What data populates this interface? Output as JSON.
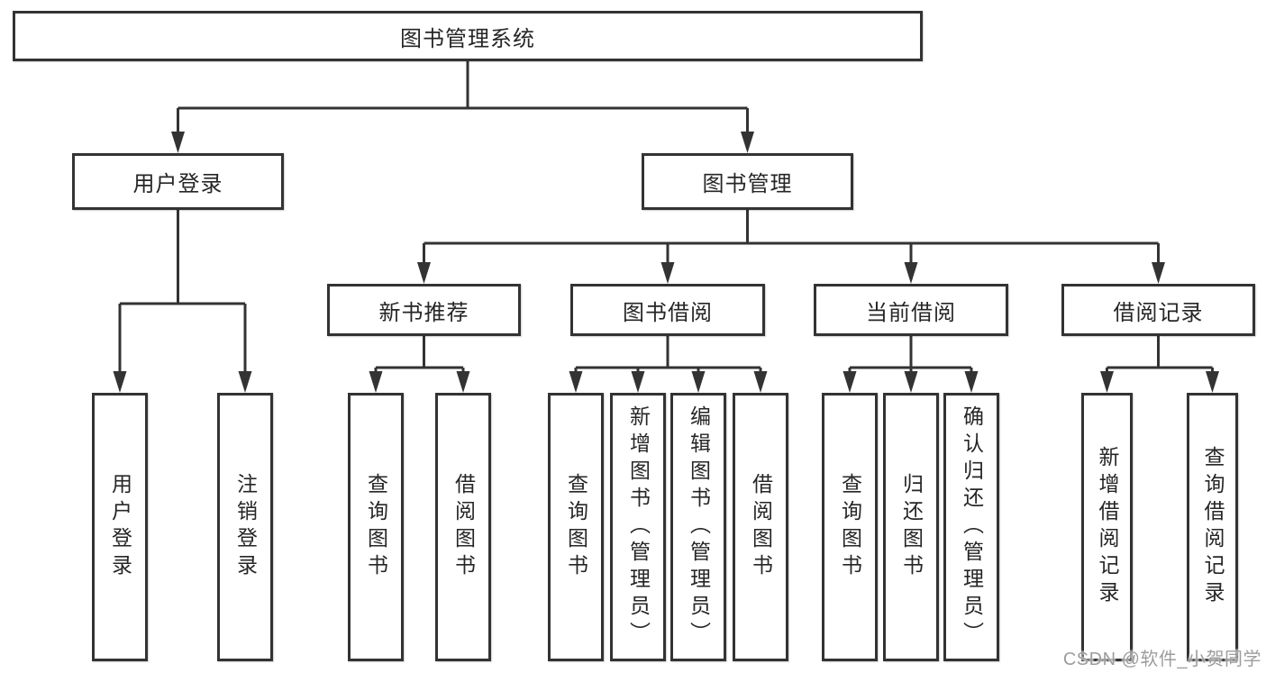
{
  "root": {
    "label": "图书管理系统"
  },
  "level2": [
    {
      "label": "用户登录"
    },
    {
      "label": "图书管理"
    }
  ],
  "level3": [
    {
      "label": "新书推荐"
    },
    {
      "label": "图书借阅"
    },
    {
      "label": "当前借阅"
    },
    {
      "label": "借阅记录"
    }
  ],
  "leaves": [
    {
      "label": "用户登录"
    },
    {
      "label": "注销登录"
    },
    {
      "label": "查询图书"
    },
    {
      "label": "借阅图书"
    },
    {
      "label": "查询图书"
    },
    {
      "label": "新增图书（管理员）"
    },
    {
      "label": "编辑图书（管理员）"
    },
    {
      "label": "借阅图书"
    },
    {
      "label": "查询图书"
    },
    {
      "label": "归还图书"
    },
    {
      "label": "确认归还（管理员）"
    },
    {
      "label": "新增借阅记录"
    },
    {
      "label": "查询借阅记录"
    }
  ],
  "watermark": {
    "label": "CSDN @软件_小贺同学"
  },
  "colors": {
    "line": "#333333",
    "box_border": "#333333",
    "text": "#262626",
    "watermark": "#9d9d9d",
    "background": "#ffffff"
  }
}
